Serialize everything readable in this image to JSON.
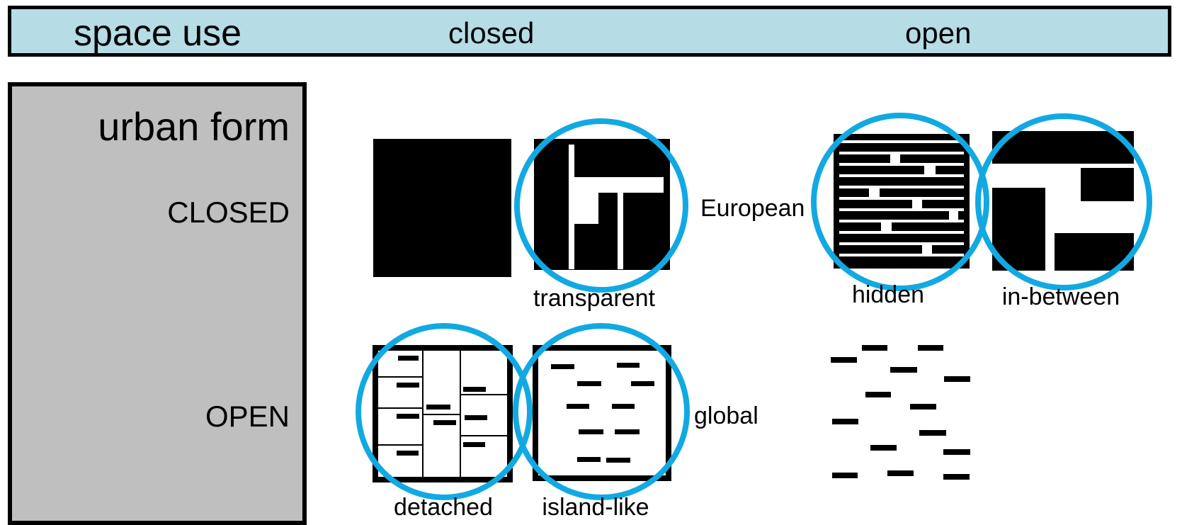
{
  "header": {
    "title": "space use",
    "closed": "closed",
    "open": "open"
  },
  "sidebar": {
    "title": "urban form",
    "closed": "CLOSED",
    "open": "OPEN"
  },
  "labels": {
    "transparent": "transparent",
    "european": "European",
    "hidden": "hidden",
    "in_between": "in-between",
    "detached": "detached",
    "island_like": "island-like",
    "global": "global"
  },
  "colors": {
    "header_bg": "#b6dce6",
    "sidebar_bg": "#bfbfbf",
    "circle": "#12a9e2"
  }
}
